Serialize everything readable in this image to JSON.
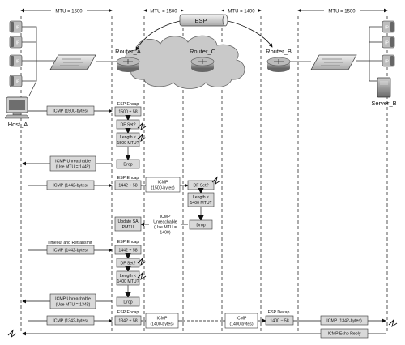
{
  "mtu": {
    "left": "MTU = 1500",
    "mid1": "MTU = 1500",
    "mid2": "MTU = 1400",
    "right": "MTU = 1500"
  },
  "tunnel_label": "ESP",
  "devices": {
    "router_a": "Router_A",
    "router_c": "Router_C",
    "router_b": "Router_B",
    "host_a": "Host_A",
    "server_b": "Server_B"
  },
  "phone_label": "IP",
  "messages": {
    "icmp_1500": "ICMP (1500-bytes)",
    "esp_encap": "ESP Encap",
    "enc_1500": "1500 + 58",
    "df_set": "DF Set?",
    "length_1500": "Length <\n1500 MTU?",
    "icmp_unreach_1442": "ICMP Unreachable\n(Use MTU = 1442)",
    "drop": "Drop",
    "icmp_1442": "ICMP (1442-bytes)",
    "enc_1442": "1442 + 58",
    "icmp_1500_bytes_box": "ICMP\n(1500-bytes)",
    "length_1400": "Length <\n1400 MTU?",
    "icmp_unreach_1400": "ICMP\nUnreachable\n(Use MTU =\n1400)",
    "update_sa": "Update SA\nPMTU",
    "timeout": "Timeout and Retransmit",
    "icmp_unreach_1342": "ICMP Unreachable\n(Use MTU = 1342)",
    "icmp_1342": "ICMP (1342-bytes)",
    "enc_1342": "1342 + 58",
    "icmp_1400_bytes": "ICMP\n(1400-bytes)",
    "esp_decap": "ESP Decap",
    "dec_1400": "1400 − 58",
    "icmp_1342_bytes": "ICMP (1342-bytes)",
    "echo_reply": "ICMP Echo Reply"
  },
  "colors": {
    "box_fill": "#d9d9d9",
    "cloud_fill": "#c9c9c9",
    "router_fill": "#9a9a9a",
    "line": "#111111"
  },
  "icons": [
    "ip-phone-icon",
    "switch-icon",
    "router-icon",
    "cloud-icon",
    "workstation-icon",
    "server-icon",
    "lightning-icon"
  ]
}
